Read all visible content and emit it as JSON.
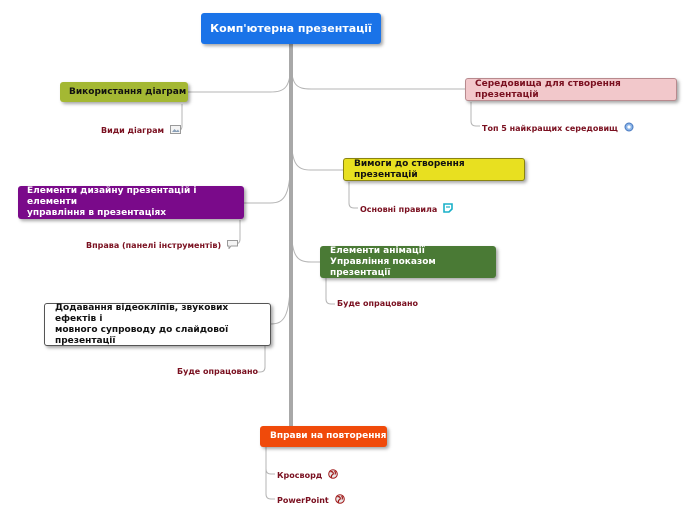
{
  "root": {
    "title": "Комп'ютерна презентації",
    "color": "#1a73e8"
  },
  "topics": [
    {
      "id": "diagrams",
      "label": "Використання діаграм",
      "color": "#a4b833",
      "subs": [
        {
          "label": "Види діаграм",
          "icon": "image-icon"
        }
      ]
    },
    {
      "id": "environments",
      "label": "Середовища для створення презентацій",
      "color": "#f2c8cb",
      "subs": [
        {
          "label": "Топ 5 найкращих середовищ",
          "icon": "settings-icon"
        }
      ]
    },
    {
      "id": "requirements",
      "label": "Вимоги до створення презентацій",
      "color": "#e8e020",
      "subs": [
        {
          "label": "Основні правила",
          "icon": "note-icon"
        }
      ]
    },
    {
      "id": "design",
      "label": "Елементи дизайну презентацій і елементи\nуправління в презентаціях",
      "color": "#7a0a8a",
      "subs": [
        {
          "label": "Вправа (панелі інструментів)",
          "icon": "comment-icon"
        }
      ]
    },
    {
      "id": "animation",
      "label": "Елементи анімації\nУправління показом презентації",
      "color": "#4a7a35",
      "subs": [
        {
          "label": "Буде опрацовано",
          "icon": ""
        }
      ]
    },
    {
      "id": "media",
      "label": "Додавання відеокліпів, звукових ефектів і\nмовного супроводу до слайдової\nпрезентації",
      "color": "#ffffff",
      "subs": [
        {
          "label": "Буде опрацовано",
          "icon": ""
        }
      ]
    },
    {
      "id": "review",
      "label": "Вправи на повторення",
      "color": "#f04a0a",
      "subs": [
        {
          "label": "Кросворд",
          "icon": "globe-icon"
        },
        {
          "label": "PowerPoint",
          "icon": "globe-icon"
        }
      ]
    }
  ]
}
